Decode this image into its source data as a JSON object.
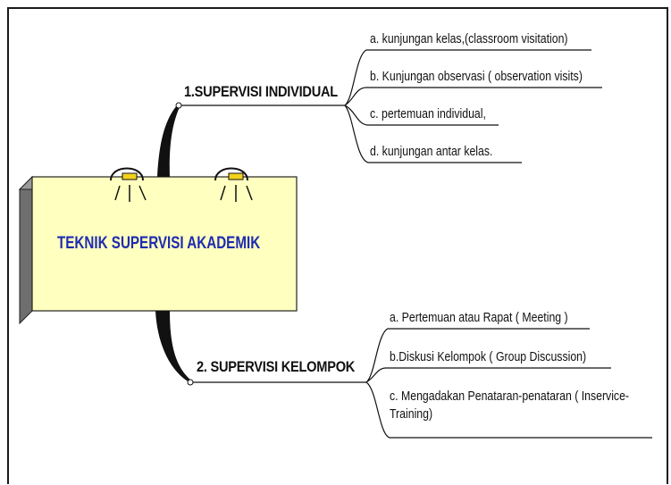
{
  "central": {
    "title": "TEKNIK SUPERVISI AKADEMIK"
  },
  "branches": [
    {
      "label": "1.SUPERVISI INDIVIDUAL",
      "items": [
        "a. kunjungan kelas,(classroom visitation)",
        "b. Kunjungan observasi ( observation visits)",
        "c. pertemuan individual,",
        "d. kunjungan antar kelas."
      ]
    },
    {
      "label": "2. SUPERVISI KELOMPOK",
      "items": [
        "a. Pertemuan atau Rapat ( Meeting )",
        "b.Diskusi Kelompok ( Group Discussion)",
        "c. Mengadakan Penataran-penataran ( Inservice-Training)"
      ]
    }
  ],
  "colors": {
    "box_fill": "#ffffbf",
    "box_side": "#6e6e6e",
    "title_text": "#1e2bb0",
    "lines": "#1a1a1a",
    "lamp": "#f2d21c"
  },
  "icons": [
    "lamp-icon",
    "lamp-icon"
  ]
}
